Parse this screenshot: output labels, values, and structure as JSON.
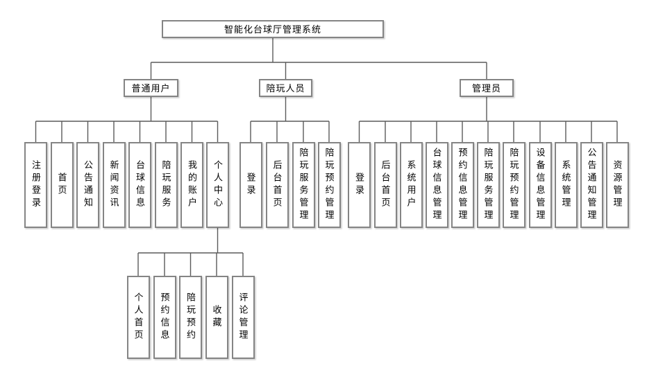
{
  "diagram": {
    "title": "智能化台球厅管理系统",
    "root": {
      "label": "智能化台球厅管理系统"
    },
    "branches": [
      {
        "label": "普通用户",
        "children": [
          "注册登录",
          "首页",
          "公告通知",
          "新闻资讯",
          "台球信息",
          "陪玩服务",
          "我的账户",
          "个人中心"
        ]
      },
      {
        "label": "陪玩人员",
        "children": [
          "登录",
          "后台首页",
          "陪玩服务管理",
          "陪玩预约管理"
        ]
      },
      {
        "label": "管理员",
        "children": [
          "登录",
          "后台首页",
          "系统用户",
          "台球信息管理",
          "预约信息管理",
          "陪玩服务管理",
          "陪玩预约管理",
          "设备信息管理",
          "系统管理",
          "公告通知管理",
          "资源管理"
        ]
      }
    ],
    "personal_center": {
      "parent_label": "个人中心",
      "children": [
        "个人首页",
        "预约信息",
        "陪玩预约",
        "收藏",
        "评论管理"
      ]
    },
    "colors": {
      "background": "#ffffff",
      "box_fill": "#ffffff",
      "box_border": "#848484",
      "line": "#5a5a5a",
      "text": "#000000"
    }
  }
}
